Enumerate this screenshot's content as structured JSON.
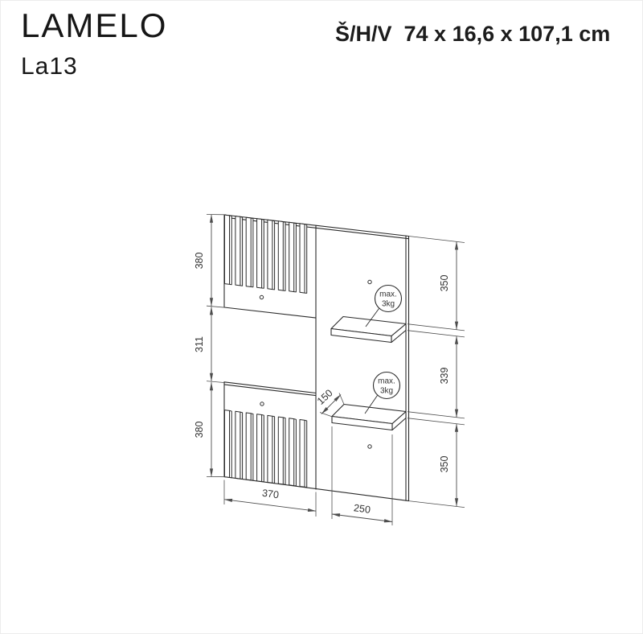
{
  "header": {
    "brand": "LAMELO",
    "model": "La13",
    "size_label": "Š/H/V  74 x 16,6 x 107,1 cm"
  },
  "drawing": {
    "dims": {
      "left_top": "380",
      "left_mid": "311",
      "left_bot": "380",
      "right_top": "350",
      "right_mid": "339",
      "right_bot": "350",
      "bottom_left": "370",
      "bottom_right": "250",
      "shelf_depth": "150"
    },
    "badges": [
      {
        "line1": "max.",
        "line2": "3kg"
      },
      {
        "line1": "max.",
        "line2": "3kg"
      }
    ],
    "colors": {
      "object_line": "#2b2b2b",
      "dimension_line": "#4d4d4d",
      "text": "#333333",
      "background": "#ffffff"
    }
  }
}
